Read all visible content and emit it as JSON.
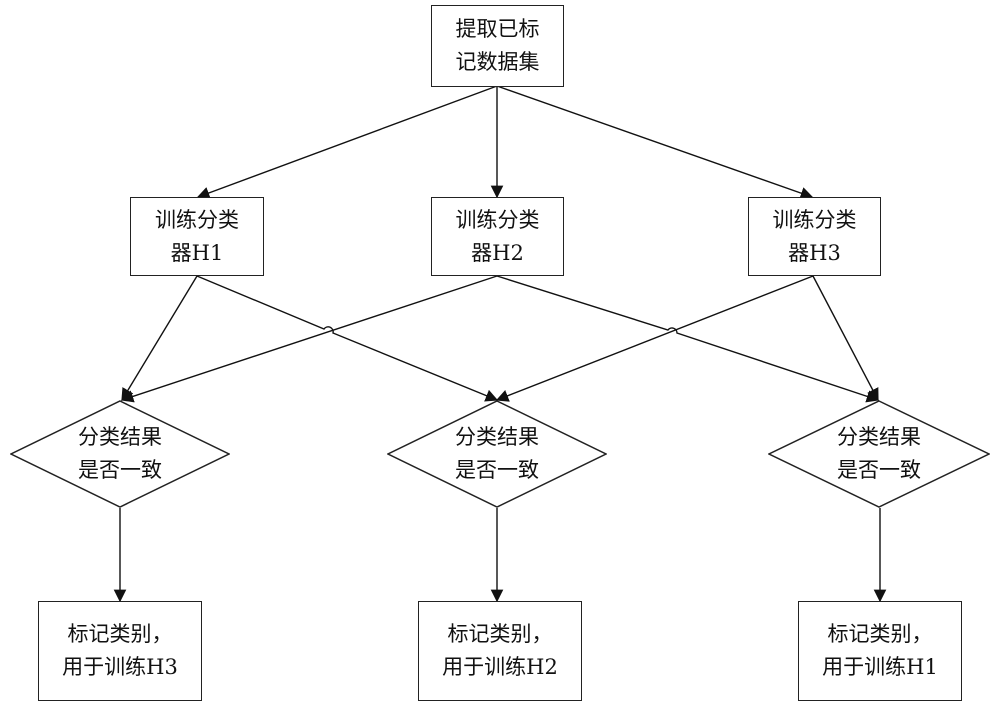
{
  "nodes": {
    "start": {
      "line1": "提取已标",
      "line2": "记数据集"
    },
    "h1": {
      "line1": "训练分类",
      "line2": "器H1"
    },
    "h2": {
      "line1": "训练分类",
      "line2": "器H2"
    },
    "h3": {
      "line1": "训练分类",
      "line2": "器H3"
    },
    "d1": {
      "line1": "分类结果",
      "line2": "是否一致"
    },
    "d2": {
      "line1": "分类结果",
      "line2": "是否一致"
    },
    "d3": {
      "line1": "分类结果",
      "line2": "是否一致"
    },
    "o1": {
      "line1": "标记类别，",
      "line2": "用于训练H3"
    },
    "o2": {
      "line1": "标记类别，",
      "line2": "用于训练H2"
    },
    "o3": {
      "line1": "标记类别，",
      "line2": "用于训练H1"
    }
  }
}
